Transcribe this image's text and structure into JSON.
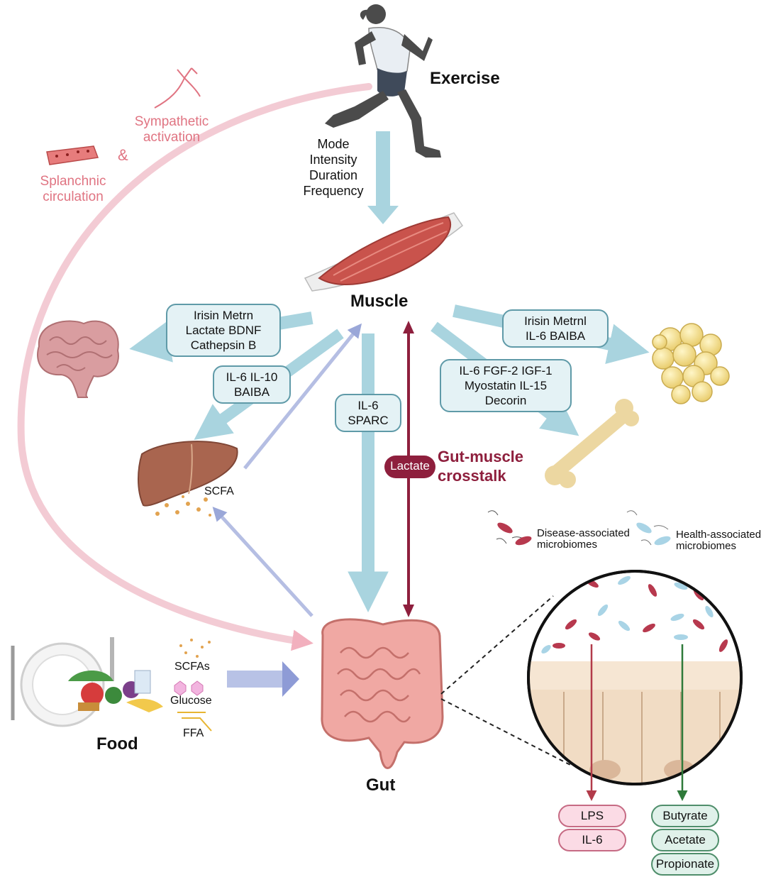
{
  "exercise": {
    "title": "Exercise",
    "params": [
      "Mode",
      "Intensity",
      "Duration",
      "Frequency"
    ]
  },
  "muscle": {
    "title": "Muscle"
  },
  "gut": {
    "title": "Gut"
  },
  "food": {
    "title": "Food",
    "nutrients": [
      "SCFAs",
      "Glucose",
      "FFA"
    ]
  },
  "neural": {
    "sympathetic": [
      "Sympathetic",
      "activation"
    ],
    "ampersand": "&",
    "splanchnic": [
      "Splanchnic",
      "circulation"
    ]
  },
  "boxes": {
    "brain": [
      "Irisin    Metrn",
      "Lactate    BDNF",
      "Cathepsin B"
    ],
    "liver": [
      "IL-6   IL-10",
      "BAIBA"
    ],
    "gut": [
      "IL-6",
      "SPARC"
    ],
    "adipose": [
      "Irisin    Metrnl",
      "IL-6    BAIBA"
    ],
    "bone": [
      "IL-6   FGF-2   IGF-1",
      "Myostatin   IL-15",
      "Decorin"
    ]
  },
  "liver_label": "SCFA",
  "lactate": "Lactate",
  "crosstalk": [
    "Gut-muscle",
    "crosstalk"
  ],
  "microbiome": {
    "disease": [
      "Disease-associated",
      "microbiomes"
    ],
    "health": [
      "Health-associated",
      "microbiomes"
    ]
  },
  "outputs": {
    "disease": [
      "LPS",
      "IL-6"
    ],
    "health": [
      "Butyrate",
      "Acetate",
      "Propionate"
    ]
  },
  "colors": {
    "blue_arrow": "#a9d4df",
    "purple_arrow": "#9aa7d8",
    "crosstalk": "#8e1f3d",
    "pink_arc": "#f2b8c3"
  }
}
